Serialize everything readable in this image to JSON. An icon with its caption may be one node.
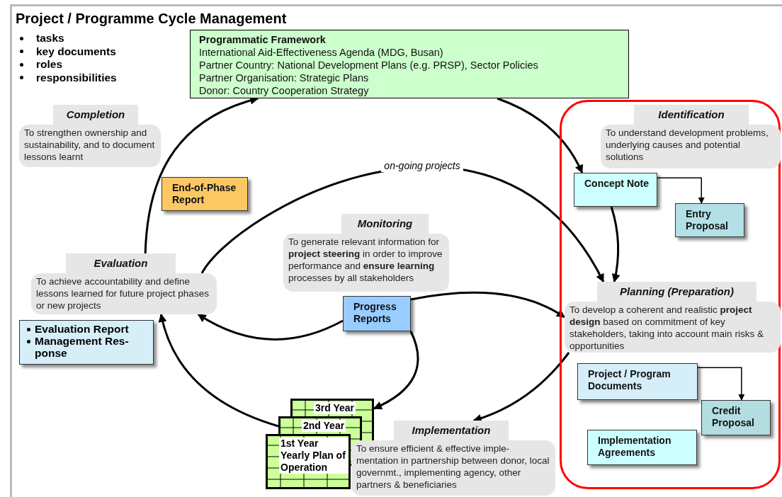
{
  "diagram": {
    "title": "Project / Programme Cycle Management",
    "nodes": [
      {
        "text": [
          "Programmatic Framework",
          "International Aid-Effectiveness Agenda (MDG, Busan)",
          "Partner Country: National Development Plans (e.g. PRSP), Sector Policies",
          "Partner Organisation: Strategic Plans",
          "Donor: Country Cooperation Strategy"
        ]
      },
      {
        "text": [
          "Completion",
          "To strengthen ownership and sustainability, and to document lessons learnt"
        ]
      },
      {
        "text": [
          "End-of-Phase Report"
        ]
      },
      {
        "text": [
          "Evaluation",
          "To achieve accountability and define lessons learned for future project phases or new projects"
        ]
      },
      {
        "text": [
          "Evaluation Report",
          "Management Res-ponse"
        ]
      },
      {
        "text": [
          "Monitoring",
          "To generate relevant information for **project steering** in order to improve performance and **ensure learning** processes by all stakeholders"
        ]
      },
      {
        "text": [
          "Progress Reports"
        ]
      },
      {
        "text": [
          "3rd Year"
        ]
      },
      {
        "text": [
          "2nd Year"
        ]
      },
      {
        "text": [
          "1st Year Yearly Plan of Operation"
        ]
      },
      {
        "text": [
          "Implementation",
          "To ensure efficient & effective imple-mentation in partnership between donor, local governmt., implementing agency, other partners & beneficiaries"
        ]
      },
      {
        "text": [],
        "shape": "box"
      },
      {
        "text": [
          "Identification",
          "To understand development problems, underlying causes and potential solutions"
        ],
        "in": 11
      },
      {
        "text": [
          "Concept Note"
        ],
        "in": 11
      },
      {
        "text": [
          "Entry Proposal"
        ],
        "in": 11
      },
      {
        "text": [
          "Planning (Preparation)",
          "To develop a coherent and realistic **project design** based on commitment of key stakeholders, taking into account main risks & opportunities"
        ],
        "in": 11
      },
      {
        "text": [
          "Project / Program Documents"
        ],
        "in": 11
      },
      {
        "text": [
          "Credit Proposal"
        ],
        "in": 11
      },
      {
        "text": [
          "Implementation Agreements"
        ],
        "in": 11
      }
    ],
    "edges": [
      {
        "from": 3,
        "to": 0,
        "arrow": "to"
      },
      {
        "from": 0,
        "to": 13,
        "arrow": "to"
      },
      {
        "from": 3,
        "to": 15,
        "arrow": "to",
        "label": "on-going projects"
      },
      {
        "from": 13,
        "to": 15,
        "arrow": "to"
      },
      {
        "from": 13,
        "to": 14,
        "arrow": "to"
      },
      {
        "from": 16,
        "to": 17,
        "arrow": "to"
      },
      {
        "from": 6,
        "to": 3,
        "arrow": "to"
      },
      {
        "from": 6,
        "to": 15,
        "arrow": "to"
      },
      {
        "from": 6,
        "to": 7,
        "arrow": "to"
      },
      {
        "from": 15,
        "to": 10,
        "arrow": "to"
      },
      {
        "from": 8,
        "to": 3,
        "arrow": "to"
      }
    ],
    "labels": [
      "tasks",
      "key documents",
      "roles",
      "responsibilities"
    ]
  }
}
